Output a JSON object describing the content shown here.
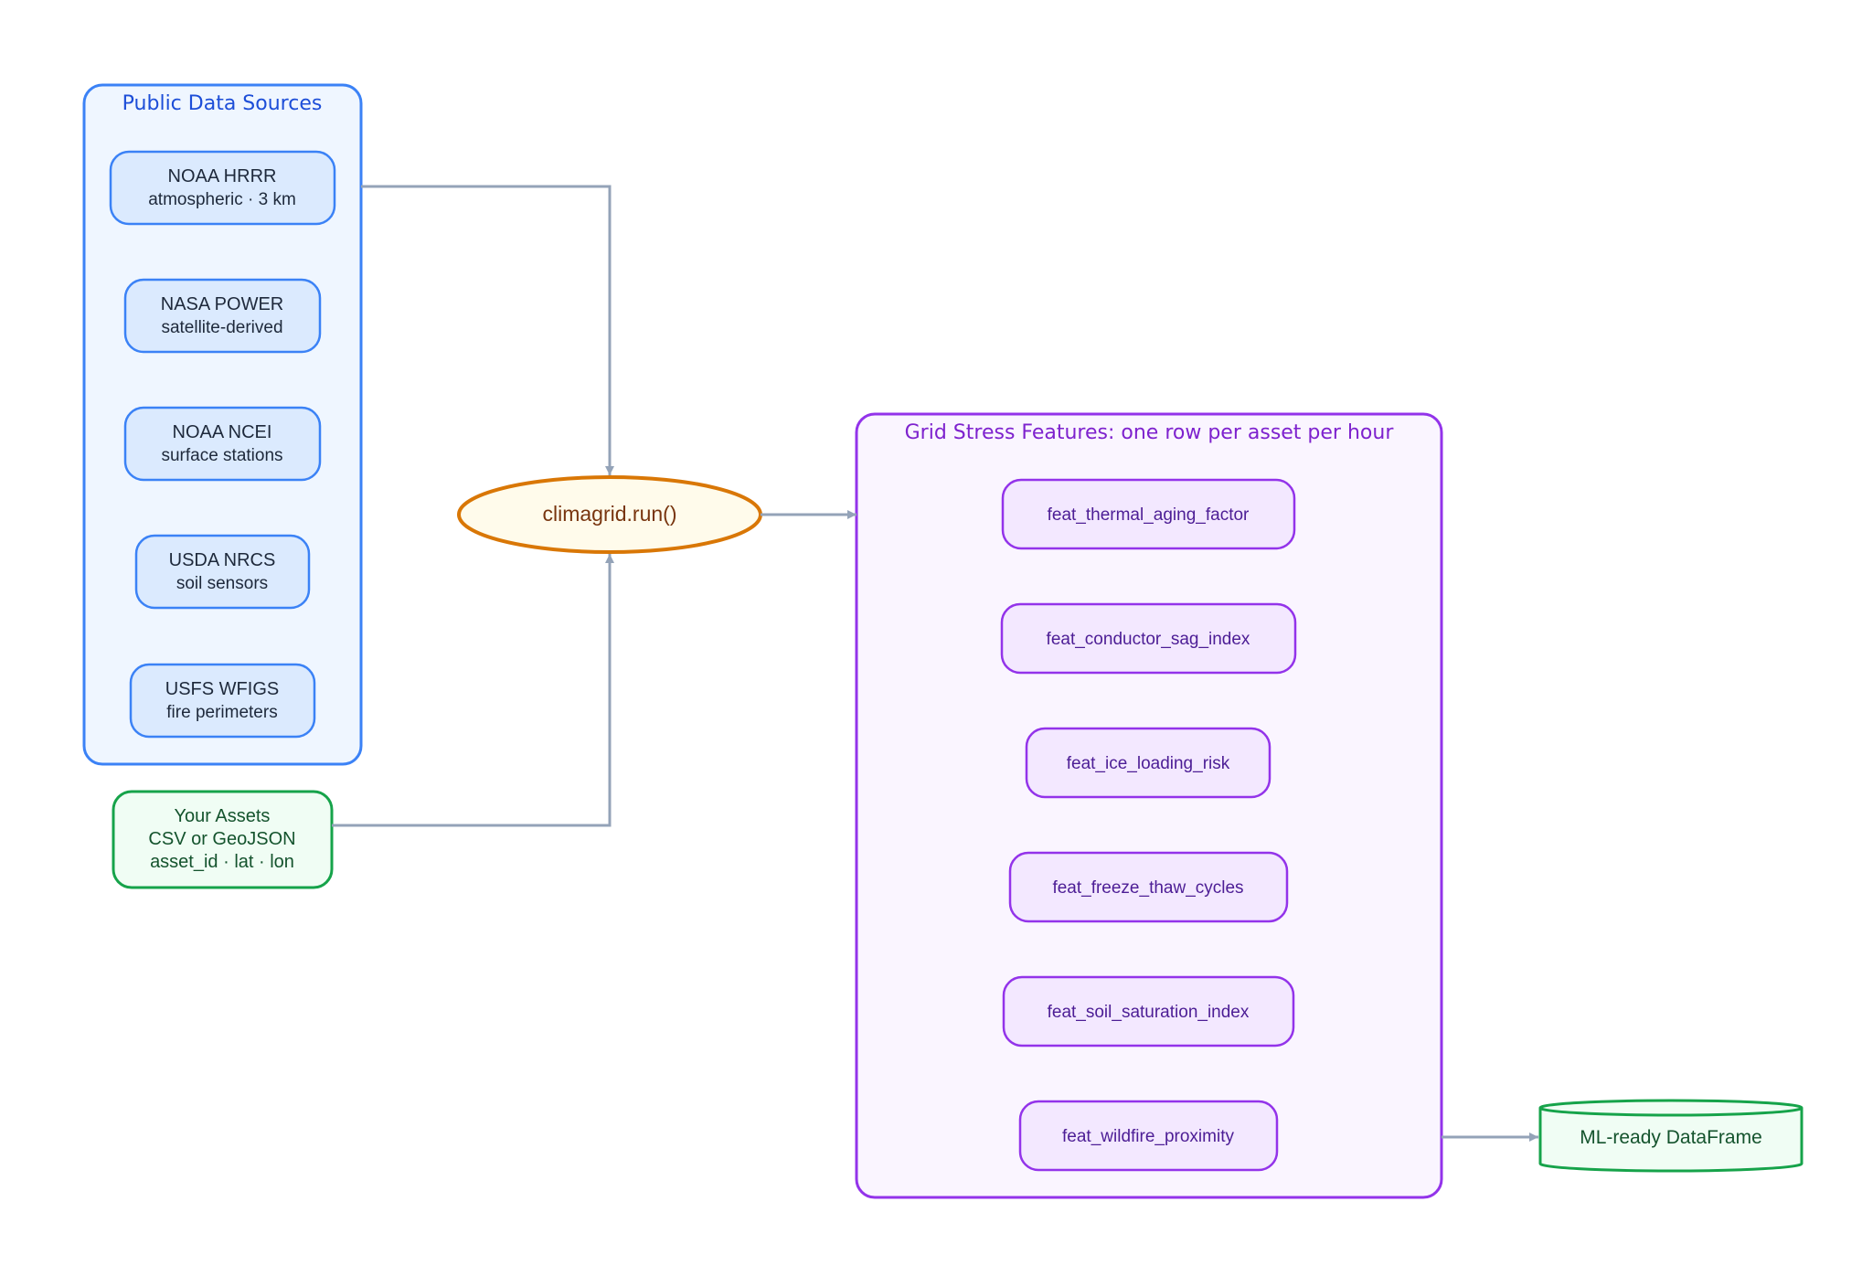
{
  "colors": {
    "edge": "#94a3b8",
    "sources_border": "#3b82f6",
    "sources_fill": "#eff6ff",
    "sources_title": "#1d4ed8",
    "source_node_fill": "#dbeafe",
    "source_node_text": "#1e293b",
    "features_border": "#9333ea",
    "features_fill": "#faf5ff",
    "features_title": "#7e22ce",
    "feature_node_fill": "#f3e8ff",
    "feature_node_text": "#4c1d95",
    "green_border": "#16a34a",
    "green_fill": "#f0fdf4",
    "green_text": "#14532d",
    "run_border": "#d97706",
    "run_fill": "#fffbeb",
    "run_text": "#78350f"
  },
  "public_sources": {
    "title": "Public Data Sources",
    "items": [
      {
        "name": "NOAA HRRR",
        "desc": "atmospheric · 3 km"
      },
      {
        "name": "NASA POWER",
        "desc": "satellite-derived"
      },
      {
        "name": "NOAA NCEI",
        "desc": "surface stations"
      },
      {
        "name": "USDA NRCS",
        "desc": "soil sensors"
      },
      {
        "name": "USFS WFIGS",
        "desc": "fire perimeters"
      }
    ]
  },
  "assets": {
    "line1": "Your Assets",
    "line2": "CSV or GeoJSON",
    "line3": "asset_id · lat · lon"
  },
  "run_node": {
    "label": "climagrid.run()"
  },
  "features": {
    "title": "Grid Stress Features: one row per asset per hour",
    "items": [
      "feat_thermal_aging_factor",
      "feat_conductor_sag_index",
      "feat_ice_loading_risk",
      "feat_freeze_thaw_cycles",
      "feat_soil_saturation_index",
      "feat_wildfire_proximity"
    ]
  },
  "output": {
    "label": "ML-ready DataFrame"
  }
}
